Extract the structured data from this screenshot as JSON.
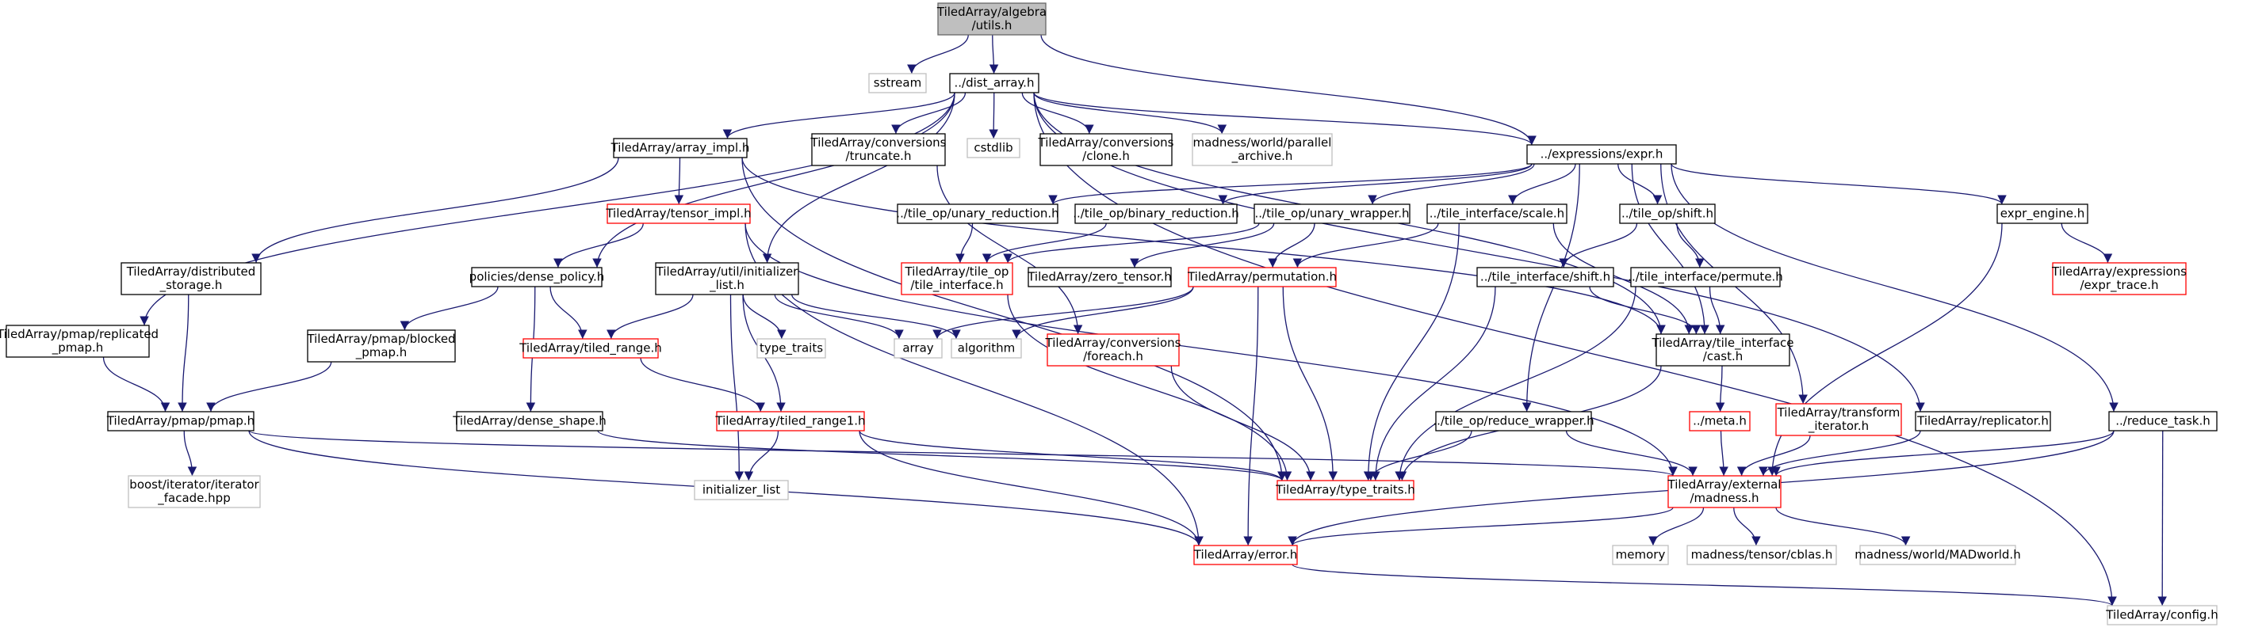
{
  "colors": {
    "edge": "#191970",
    "edge_light": "#63b8ff",
    "node_fill_root": "#bfbfbf",
    "node_border_normal": "#000000",
    "node_border_red": "#ff0000",
    "node_border_gray": "#bfbfbf",
    "text": "#000000"
  },
  "nodes": [
    {
      "id": "root",
      "lines": [
        "TiledArray/algebra",
        "/utils.h"
      ],
      "style": "root"
    },
    {
      "id": "sstream",
      "lines": [
        "sstream"
      ],
      "style": "gray"
    },
    {
      "id": "dist_array",
      "lines": [
        "../dist_array.h"
      ],
      "style": "normal"
    },
    {
      "id": "array_impl",
      "lines": [
        "TiledArray/array_impl.h"
      ],
      "style": "normal"
    },
    {
      "id": "conv_truncate",
      "lines": [
        "TiledArray/conversions",
        "/truncate.h"
      ],
      "style": "normal"
    },
    {
      "id": "cstdlib",
      "lines": [
        "cstdlib"
      ],
      "style": "gray"
    },
    {
      "id": "conv_clone",
      "lines": [
        "TiledArray/conversions",
        "/clone.h"
      ],
      "style": "normal"
    },
    {
      "id": "madness_parallel",
      "lines": [
        "madness/world/parallel",
        "_archive.h"
      ],
      "style": "gray"
    },
    {
      "id": "expr",
      "lines": [
        "../expressions/expr.h"
      ],
      "style": "normal"
    },
    {
      "id": "tensor_impl",
      "lines": [
        "TiledArray/tensor_impl.h"
      ],
      "style": "red"
    },
    {
      "id": "dist_storage",
      "lines": [
        "TiledArray/distributed",
        "_storage.h"
      ],
      "style": "normal"
    },
    {
      "id": "dense_policy",
      "lines": [
        "policies/dense_policy.h"
      ],
      "style": "normal"
    },
    {
      "id": "init_list",
      "lines": [
        "TiledArray/util/initializer",
        "_list.h"
      ],
      "style": "normal"
    },
    {
      "id": "unary_reduction",
      "lines": [
        "../tile_op/unary_reduction.h"
      ],
      "style": "normal"
    },
    {
      "id": "binary_reduction",
      "lines": [
        "../tile_op/binary_reduction.h"
      ],
      "style": "normal"
    },
    {
      "id": "unary_wrapper",
      "lines": [
        "../tile_op/unary_wrapper.h"
      ],
      "style": "normal"
    },
    {
      "id": "ti_scale",
      "lines": [
        "../tile_interface/scale.h"
      ],
      "style": "normal"
    },
    {
      "id": "shift_op",
      "lines": [
        "../tile_op/shift.h"
      ],
      "style": "normal"
    },
    {
      "id": "expr_engine",
      "lines": [
        "expr_engine.h"
      ],
      "style": "normal"
    },
    {
      "id": "expr_trace",
      "lines": [
        "TiledArray/expressions",
        "/expr_trace.h"
      ],
      "style": "red"
    },
    {
      "id": "tile_op_ti",
      "lines": [
        "TiledArray/tile_op",
        "/tile_interface.h"
      ],
      "style": "red"
    },
    {
      "id": "zero_tensor",
      "lines": [
        "TiledArray/zero_tensor.h"
      ],
      "style": "normal"
    },
    {
      "id": "permutation",
      "lines": [
        "TiledArray/permutation.h"
      ],
      "style": "red"
    },
    {
      "id": "ti_shift",
      "lines": [
        "../tile_interface/shift.h"
      ],
      "style": "normal"
    },
    {
      "id": "ti_permute",
      "lines": [
        "../tile_interface/permute.h"
      ],
      "style": "normal"
    },
    {
      "id": "pmap_repl",
      "lines": [
        "TiledArray/pmap/replicated",
        "_pmap.h"
      ],
      "style": "normal"
    },
    {
      "id": "pmap_blocked",
      "lines": [
        "TiledArray/pmap/blocked",
        "_pmap.h"
      ],
      "style": "normal"
    },
    {
      "id": "tiled_range",
      "lines": [
        "TiledArray/tiled_range.h"
      ],
      "style": "red"
    },
    {
      "id": "type_traits_std",
      "lines": [
        "type_traits"
      ],
      "style": "gray"
    },
    {
      "id": "array_std",
      "lines": [
        "array"
      ],
      "style": "gray"
    },
    {
      "id": "algorithm",
      "lines": [
        "algorithm"
      ],
      "style": "gray"
    },
    {
      "id": "conv_foreach",
      "lines": [
        "TiledArray/conversions",
        "/foreach.h"
      ],
      "style": "red"
    },
    {
      "id": "ti_cast",
      "lines": [
        "TiledArray/tile_interface",
        "/cast.h"
      ],
      "style": "normal"
    },
    {
      "id": "pmap",
      "lines": [
        "TiledArray/pmap/pmap.h"
      ],
      "style": "normal"
    },
    {
      "id": "dense_shape",
      "lines": [
        "TiledArray/dense_shape.h"
      ],
      "style": "normal"
    },
    {
      "id": "tiled_range1",
      "lines": [
        "TiledArray/tiled_range1.h"
      ],
      "style": "red"
    },
    {
      "id": "reduce_wrapper",
      "lines": [
        "../tile_op/reduce_wrapper.h"
      ],
      "style": "normal"
    },
    {
      "id": "meta",
      "lines": [
        "../meta.h"
      ],
      "style": "red"
    },
    {
      "id": "transform_iter",
      "lines": [
        "TiledArray/transform",
        "_iterator.h"
      ],
      "style": "red"
    },
    {
      "id": "replicator",
      "lines": [
        "TiledArray/replicator.h"
      ],
      "style": "normal"
    },
    {
      "id": "reduce_task",
      "lines": [
        "../reduce_task.h"
      ],
      "style": "normal"
    },
    {
      "id": "boost_iter",
      "lines": [
        "boost/iterator/iterator",
        "_facade.hpp"
      ],
      "style": "gray"
    },
    {
      "id": "initializer_list",
      "lines": [
        "initializer_list"
      ],
      "style": "gray"
    },
    {
      "id": "ta_type_traits",
      "lines": [
        "TiledArray/type_traits.h"
      ],
      "style": "red"
    },
    {
      "id": "ext_madness",
      "lines": [
        "TiledArray/external",
        "/madness.h"
      ],
      "style": "red"
    },
    {
      "id": "memory",
      "lines": [
        "memory"
      ],
      "style": "gray"
    },
    {
      "id": "mad_cblas",
      "lines": [
        "madness/tensor/cblas.h"
      ],
      "style": "gray"
    },
    {
      "id": "mad_world",
      "lines": [
        "madness/world/MADworld.h"
      ],
      "style": "gray"
    },
    {
      "id": "error",
      "lines": [
        "TiledArray/error.h"
      ],
      "style": "red"
    },
    {
      "id": "config",
      "lines": [
        "TiledArray/config.h"
      ],
      "style": "gray"
    }
  ],
  "edges": [
    [
      "root",
      "sstream"
    ],
    [
      "root",
      "dist_array"
    ],
    [
      "root",
      "expr"
    ],
    [
      "dist_array",
      "array_impl"
    ],
    [
      "dist_array",
      "conv_truncate"
    ],
    [
      "dist_array",
      "cstdlib"
    ],
    [
      "dist_array",
      "conv_clone"
    ],
    [
      "dist_array",
      "madness_parallel"
    ],
    [
      "dist_array",
      "expr"
    ],
    [
      "dist_array",
      "dense_policy"
    ],
    [
      "dist_array",
      "init_list"
    ],
    [
      "dist_array",
      "pmap_repl"
    ],
    [
      "dist_array",
      "replicator"
    ],
    [
      "dist_array",
      "ti_cast"
    ],
    [
      "dist_array",
      "config"
    ],
    [
      "array_impl",
      "tensor_impl"
    ],
    [
      "array_impl",
      "dist_storage"
    ],
    [
      "array_impl",
      "ta_type_traits"
    ],
    [
      "array_impl",
      "ti_cast"
    ],
    [
      "conv_truncate",
      "conv_foreach"
    ],
    [
      "expr",
      "unary_reduction"
    ],
    [
      "expr",
      "binary_reduction"
    ],
    [
      "expr",
      "unary_wrapper"
    ],
    [
      "expr",
      "ti_scale"
    ],
    [
      "expr",
      "shift_op"
    ],
    [
      "expr",
      "expr_engine"
    ],
    [
      "expr",
      "reduce_wrapper"
    ],
    [
      "expr",
      "transform_iter"
    ],
    [
      "expr",
      "reduce_task"
    ],
    [
      "expr",
      "ti_cast"
    ],
    [
      "tensor_impl",
      "dense_policy"
    ],
    [
      "tensor_impl",
      "error"
    ],
    [
      "tensor_impl",
      "ext_madness"
    ],
    [
      "dist_storage",
      "pmap"
    ],
    [
      "dense_policy",
      "pmap_blocked"
    ],
    [
      "dense_policy",
      "tiled_range"
    ],
    [
      "dense_policy",
      "dense_shape"
    ],
    [
      "init_list",
      "tiled_range"
    ],
    [
      "init_list",
      "type_traits_std"
    ],
    [
      "init_list",
      "array_std"
    ],
    [
      "init_list",
      "algorithm"
    ],
    [
      "init_list",
      "tiled_range1"
    ],
    [
      "init_list",
      "initializer_list"
    ],
    [
      "unary_reduction",
      "tile_op_ti"
    ],
    [
      "binary_reduction",
      "tile_op_ti"
    ],
    [
      "unary_wrapper",
      "tile_op_ti"
    ],
    [
      "unary_wrapper",
      "zero_tensor"
    ],
    [
      "unary_wrapper",
      "permutation"
    ],
    [
      "ti_scale",
      "permutation"
    ],
    [
      "ti_scale",
      "ta_type_traits"
    ],
    [
      "ti_scale",
      "ti_cast"
    ],
    [
      "shift_op",
      "ti_shift"
    ],
    [
      "shift_op",
      "ti_permute"
    ],
    [
      "expr_engine",
      "expr_trace"
    ],
    [
      "expr_engine",
      "ext_madness"
    ],
    [
      "tile_op_ti",
      "ta_type_traits"
    ],
    [
      "permutation",
      "array_std"
    ],
    [
      "permutation",
      "algorithm"
    ],
    [
      "permutation",
      "ta_type_traits"
    ],
    [
      "permutation",
      "error"
    ],
    [
      "ti_shift",
      "ti_cast"
    ],
    [
      "ti_shift",
      "ta_type_traits"
    ],
    [
      "ti_permute",
      "ti_cast"
    ],
    [
      "ti_permute",
      "ta_type_traits"
    ],
    [
      "pmap_repl",
      "pmap"
    ],
    [
      "pmap_blocked",
      "pmap"
    ],
    [
      "tiled_range",
      "tiled_range1"
    ],
    [
      "conv_foreach",
      "ta_type_traits"
    ],
    [
      "ti_cast",
      "meta"
    ],
    [
      "ti_cast",
      "ta_type_traits"
    ],
    [
      "pmap",
      "boost_iter"
    ],
    [
      "pmap",
      "error"
    ],
    [
      "pmap",
      "ext_madness"
    ],
    [
      "dense_shape",
      "ta_type_traits"
    ],
    [
      "tiled_range1",
      "initializer_list"
    ],
    [
      "tiled_range1",
      "ta_type_traits"
    ],
    [
      "tiled_range1",
      "error"
    ],
    [
      "reduce_wrapper",
      "ta_type_traits"
    ],
    [
      "reduce_wrapper",
      "ext_madness"
    ],
    [
      "meta",
      "ext_madness"
    ],
    [
      "transform_iter",
      "ext_madness"
    ],
    [
      "replicator",
      "ext_madness"
    ],
    [
      "reduce_task",
      "ext_madness"
    ],
    [
      "reduce_task",
      "error"
    ],
    [
      "reduce_task",
      "config"
    ],
    [
      "ext_madness",
      "memory"
    ],
    [
      "ext_madness",
      "mad_cblas"
    ],
    [
      "ext_madness",
      "mad_world"
    ],
    [
      "ext_madness",
      "error"
    ],
    [
      "error",
      "config"
    ]
  ]
}
